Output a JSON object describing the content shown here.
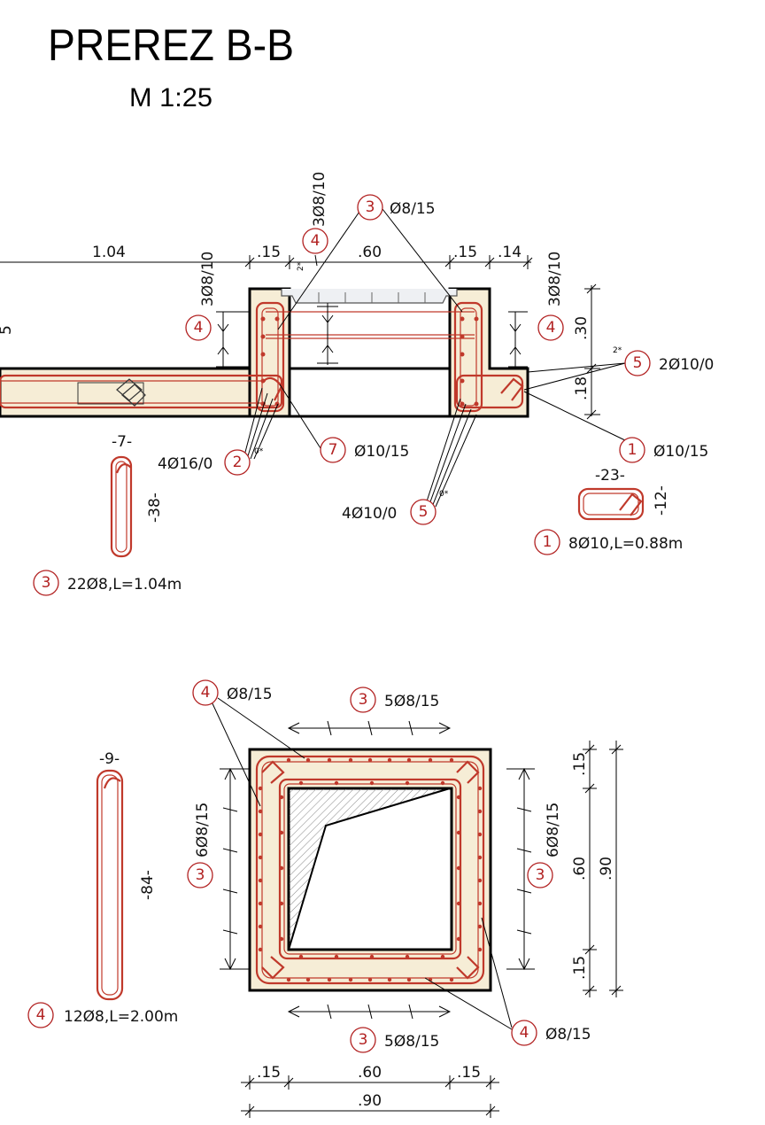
{
  "title": "PREREZ B-B",
  "scale": "M 1:25",
  "section_dims": {
    "d1": "1.04",
    "d2": ".15",
    "d3": ".60",
    "d4": ".15",
    "d5": ".14",
    "h1": "3Ø8/10",
    "h2": "3Ø8/10",
    "h3": "3Ø8/10",
    "v30": ".30",
    "v18": ".18",
    "two_star": "2*",
    "cut_left": "5"
  },
  "callouts": [
    {
      "num": "3",
      "text": "Ø8/15"
    },
    {
      "num": "4",
      "text": ""
    },
    {
      "num": "4",
      "text": ""
    },
    {
      "num": "4",
      "text": ""
    },
    {
      "num": "5",
      "text": "2Ø10/0"
    },
    {
      "num": "2",
      "text": "4Ø16/0"
    },
    {
      "num": "7",
      "text": "Ø10/15"
    },
    {
      "num": "1",
      "text": "Ø10/15"
    },
    {
      "num": "5",
      "text": "4Ø10/0"
    }
  ],
  "zero_star": "0*",
  "zero_star2": "0*",
  "bar_shapes": {
    "b3": {
      "top": "-7-",
      "side": "-38-",
      "num": "3",
      "label": "22Ø8,L=1.04m"
    },
    "b1": {
      "top": "-23-",
      "side": "-12-",
      "num": "1",
      "label": "8Ø10,L=0.88m"
    },
    "b4": {
      "top": "-9-",
      "side": "-84-",
      "num": "4",
      "label": "12Ø8,L=2.00m"
    }
  },
  "plan": {
    "c_top_left": {
      "num": "4",
      "text": "Ø8/15"
    },
    "c_top": {
      "num": "3",
      "text": "5Ø8/15"
    },
    "c_left": {
      "num": "3",
      "text": "6Ø8/15"
    },
    "c_right": {
      "num": "3",
      "text": "6Ø8/15"
    },
    "c_bottom": {
      "num": "3",
      "text": "5Ø8/15"
    },
    "c_bottom_right": {
      "num": "4",
      "text": "Ø8/15"
    },
    "v15a": ".15",
    "v60": ".60",
    "v15b": ".15",
    "v90": ".90",
    "h15a": ".15",
    "h60": ".60",
    "h15b": ".15",
    "h90": ".90"
  }
}
